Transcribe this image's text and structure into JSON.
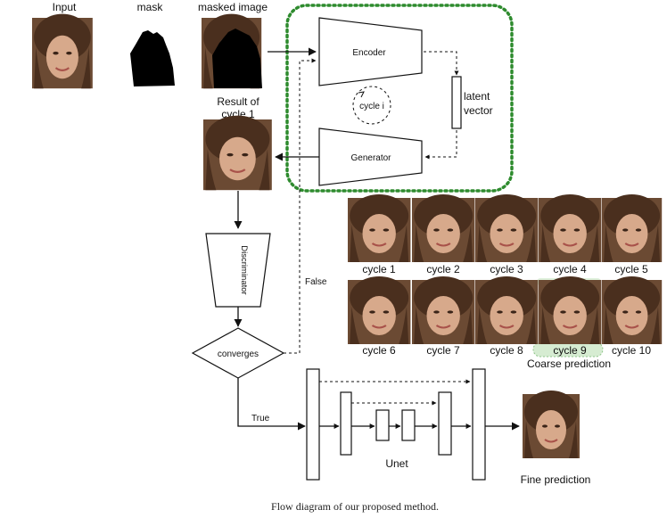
{
  "top_labels": {
    "input": "Input",
    "mask": "mask",
    "masked": "masked image"
  },
  "result_label": [
    "Result of",
    "cycle 1"
  ],
  "encoder_label": "Encoder",
  "generator_label": "Generator",
  "cycle_label": "cycle i",
  "latent_label": [
    "latent",
    "vector"
  ],
  "discriminator_label": "Discriminator",
  "converges_label": "converges",
  "false_label": "False",
  "true_label": "True",
  "unet_label": "Unet",
  "fine_label": "Fine prediction",
  "coarse_label": "Coarse prediction",
  "cycles_row1": [
    "cycle 1",
    "cycle 2",
    "cycle 3",
    "cycle 4",
    "cycle 5"
  ],
  "cycles_row2": [
    "cycle 6",
    "cycle 7",
    "cycle 8",
    "cycle 9",
    "cycle 10"
  ],
  "caption": "Flow diagram of our proposed method.",
  "colors": {
    "hair": "#5a3a22",
    "skin": "#d9a88a",
    "dotted_box": "#2e8b2e",
    "highlight": "#d6ecd2"
  }
}
